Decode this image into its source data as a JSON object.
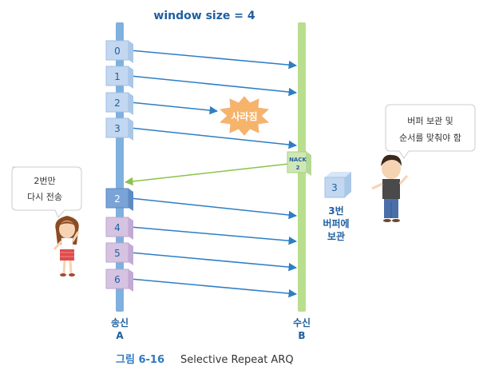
{
  "title": "window size = 4",
  "sender": {
    "line1": "송신",
    "line2": "A"
  },
  "receiver": {
    "line1": "수신",
    "line2": "B"
  },
  "sender_frames": [
    "0",
    "1",
    "2",
    "3",
    "2",
    "4",
    "5",
    "6"
  ],
  "lost_label": "사라짐",
  "nack": {
    "line1": "NACK",
    "line2": "2"
  },
  "buffer_box": "3",
  "buffer_note": {
    "line1": "3번",
    "line2": "버퍼에",
    "line3": "보관"
  },
  "bubble_left": {
    "line1": "2번만",
    "line2": "다시 전송"
  },
  "bubble_right": {
    "line1": "버퍼 보관 및",
    "line2": "순서를 맞춰야 함"
  },
  "caption": {
    "figure": "그림 6-16",
    "text": "Selective Repeat ARQ"
  },
  "colors": {
    "title": "#1f5f9f",
    "sender_line": "#7fb0de",
    "receiver_line": "#b9df8e",
    "arrow": "#2e7ec4",
    "nack_arrow": "#8cc24a",
    "frame_light": "#c3d8f0",
    "frame_dark": "#7aa3d8",
    "frame_purple": "#d6c3e2",
    "lost_burst": "#f6b36a",
    "label_blue": "#1f5f9f",
    "caption_figure": "#2f79c0"
  }
}
